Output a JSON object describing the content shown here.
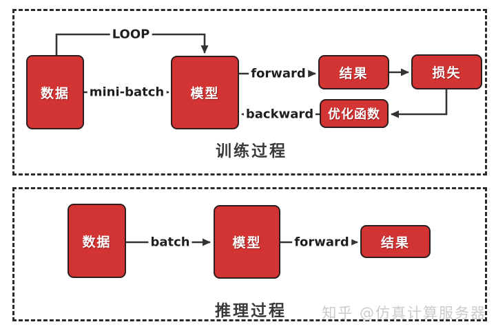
{
  "colors": {
    "node_fill": "#d23333",
    "node_border": "#2e1d1d",
    "wire": "#333333",
    "section_border": "#2b2b2b",
    "watermark_text": "#cbcbcb"
  },
  "training_section": {
    "title": "训练过程",
    "nodes": {
      "data": {
        "label": "数据"
      },
      "model": {
        "label": "模型"
      },
      "result": {
        "label": "结果"
      },
      "loss": {
        "label": "损失"
      },
      "optimizer": {
        "label": "优化函数"
      }
    },
    "edge_labels": {
      "loop": "LOOP",
      "mini_batch": "mini-batch",
      "forward": "forward",
      "backward": "backward"
    }
  },
  "inference_section": {
    "title": "推理过程",
    "nodes": {
      "data": {
        "label": "数据"
      },
      "model": {
        "label": "模型"
      },
      "result": {
        "label": "结果"
      }
    },
    "edge_labels": {
      "batch": "batch",
      "forward": "forward"
    }
  },
  "watermark": {
    "text": "知乎 @仿真计算服务器"
  }
}
